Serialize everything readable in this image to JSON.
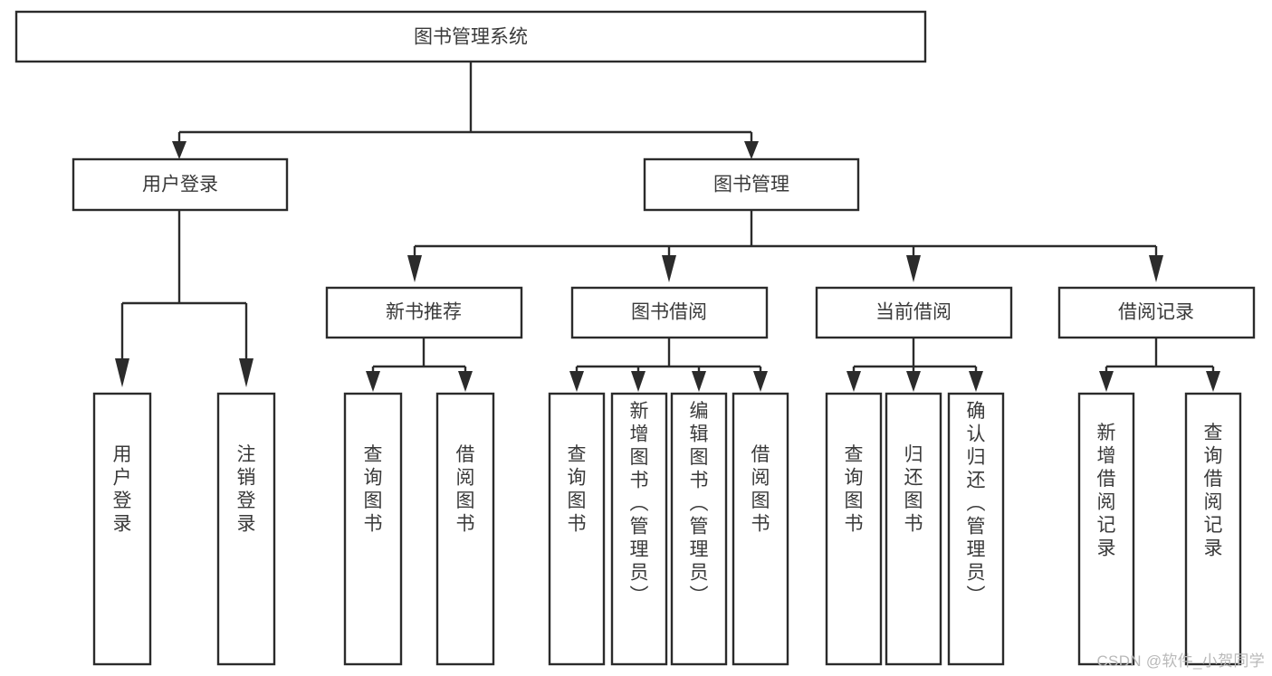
{
  "diagram": {
    "type": "tree-hierarchy",
    "title": "图书管理系统",
    "watermark": "CSDN @软件_小贺同学",
    "colors": {
      "box_stroke": "#2b2b2b",
      "box_fill": "#ffffff",
      "text": "#3a3a3a",
      "connector": "#2b2b2b",
      "background": "#ffffff",
      "watermark": "#b9b9b9"
    },
    "levels": {
      "root": {
        "label": "图书管理系统",
        "orientation": "horizontal"
      },
      "level1": [
        {
          "id": "user-login",
          "label": "用户登录",
          "orientation": "horizontal"
        },
        {
          "id": "book-management",
          "label": "图书管理",
          "orientation": "horizontal"
        }
      ],
      "level2": [
        {
          "id": "new-book-recommend",
          "label": "新书推荐",
          "orientation": "horizontal",
          "parent": "book-management"
        },
        {
          "id": "book-borrow",
          "label": "图书借阅",
          "orientation": "horizontal",
          "parent": "book-management"
        },
        {
          "id": "current-borrow",
          "label": "当前借阅",
          "orientation": "horizontal",
          "parent": "book-management"
        },
        {
          "id": "borrow-record",
          "label": "借阅记录",
          "orientation": "horizontal",
          "parent": "book-management"
        }
      ],
      "leaves": [
        {
          "id": "leaf-user-login",
          "label": "用户登录",
          "orientation": "vertical",
          "parent": "user-login"
        },
        {
          "id": "leaf-user-logout",
          "label": "注销登录",
          "orientation": "vertical",
          "parent": "user-login"
        },
        {
          "id": "leaf-query-book-1",
          "label": "查询图书",
          "orientation": "vertical",
          "parent": "new-book-recommend"
        },
        {
          "id": "leaf-borrow-book-1",
          "label": "借阅图书",
          "orientation": "vertical",
          "parent": "new-book-recommend"
        },
        {
          "id": "leaf-query-book-2",
          "label": "查询图书",
          "orientation": "vertical",
          "parent": "book-borrow"
        },
        {
          "id": "leaf-add-book",
          "label": "新增图书（管理员）",
          "orientation": "vertical",
          "parent": "book-borrow"
        },
        {
          "id": "leaf-edit-book",
          "label": "编辑图书（管理员）",
          "orientation": "vertical",
          "parent": "book-borrow"
        },
        {
          "id": "leaf-borrow-book-2",
          "label": "借阅图书",
          "orientation": "vertical",
          "parent": "book-borrow"
        },
        {
          "id": "leaf-query-book-3",
          "label": "查询图书",
          "orientation": "vertical",
          "parent": "current-borrow"
        },
        {
          "id": "leaf-return-book",
          "label": "归还图书",
          "orientation": "vertical",
          "parent": "current-borrow"
        },
        {
          "id": "leaf-confirm-return",
          "label": "确认归还（管理员）",
          "orientation": "vertical",
          "parent": "current-borrow"
        },
        {
          "id": "leaf-add-record",
          "label": "新增借阅记录",
          "orientation": "vertical",
          "parent": "borrow-record"
        },
        {
          "id": "leaf-query-record",
          "label": "查询借阅记录",
          "orientation": "vertical",
          "parent": "borrow-record"
        }
      ]
    }
  }
}
